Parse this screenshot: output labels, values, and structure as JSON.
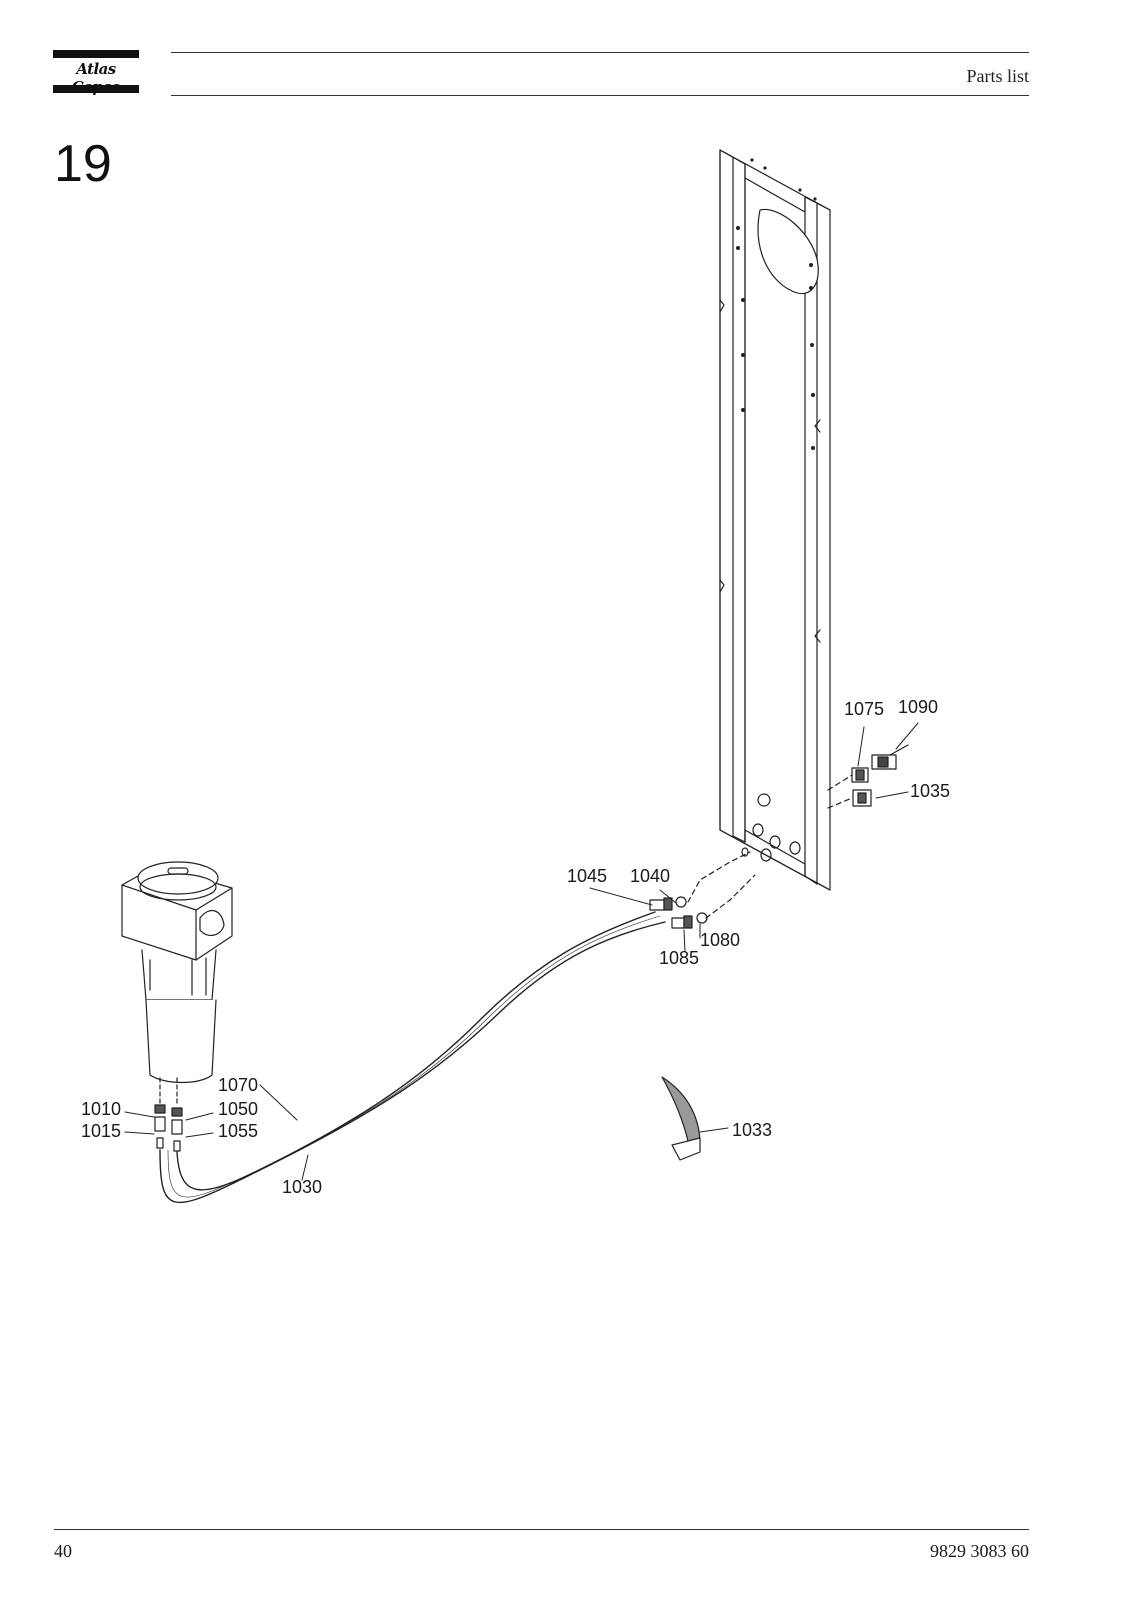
{
  "header": {
    "brand": "Atlas Copco",
    "section_title": "Parts list"
  },
  "figure": {
    "number": "19",
    "callouts": [
      {
        "id": "c1075",
        "label": "1075"
      },
      {
        "id": "c1090",
        "label": "1090"
      },
      {
        "id": "c1035",
        "label": "1035"
      },
      {
        "id": "c1045",
        "label": "1045"
      },
      {
        "id": "c1040",
        "label": "1040"
      },
      {
        "id": "c1080",
        "label": "1080"
      },
      {
        "id": "c1085",
        "label": "1085"
      },
      {
        "id": "c1070",
        "label": "1070"
      },
      {
        "id": "c1010",
        "label": "1010"
      },
      {
        "id": "c1050",
        "label": "1050"
      },
      {
        "id": "c1015",
        "label": "1015"
      },
      {
        "id": "c1055",
        "label": "1055"
      },
      {
        "id": "c1030",
        "label": "1030"
      },
      {
        "id": "c1033",
        "label": "1033"
      }
    ]
  },
  "footer": {
    "page_number": "40",
    "document_number": "9829 3083 60"
  }
}
